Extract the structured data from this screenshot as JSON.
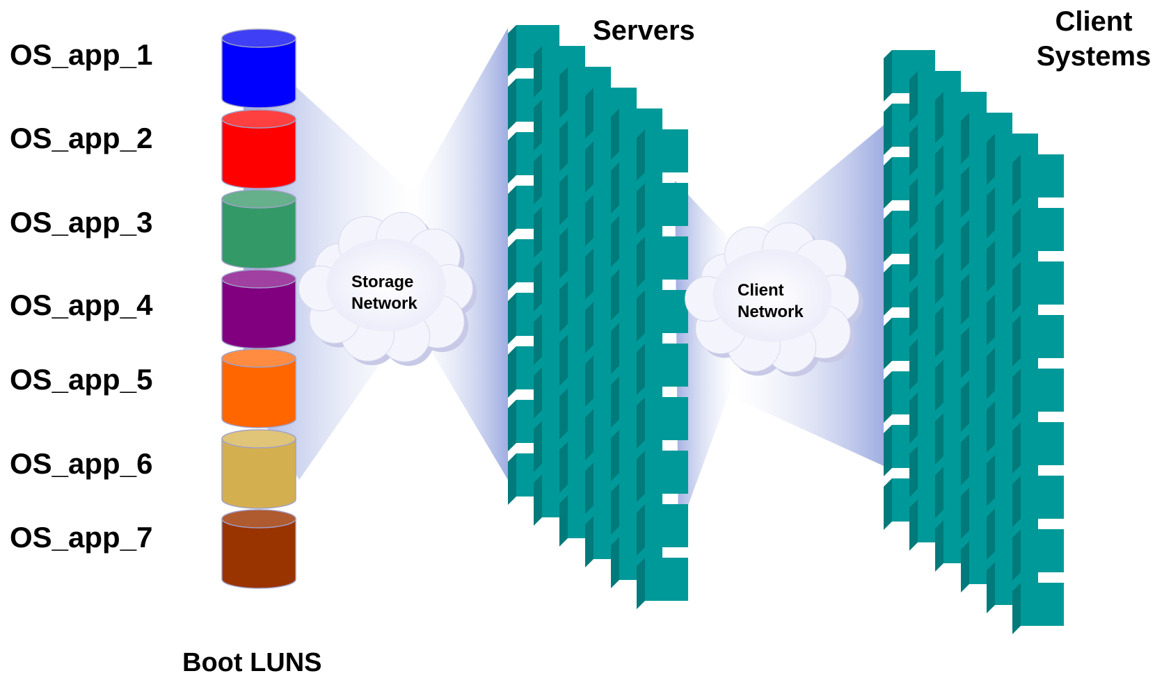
{
  "titles": {
    "servers": "Servers",
    "clients_line1": "Client",
    "clients_line2": "Systems",
    "boot_luns": "Boot LUNS"
  },
  "clouds": {
    "storage_line1": "Storage",
    "storage_line2": "Network",
    "client_line1": "Client",
    "client_line2": "Network"
  },
  "luns": [
    {
      "label": "OS_app_1",
      "color": "#0000FF",
      "top": "#3f3ff5"
    },
    {
      "label": "OS_app_2",
      "color": "#FF0000",
      "top": "#ff4040"
    },
    {
      "label": "OS_app_3",
      "color": "#339966",
      "top": "#66b08c"
    },
    {
      "label": "OS_app_4",
      "color": "#800080",
      "top": "#a040a0"
    },
    {
      "label": "OS_app_5",
      "color": "#FF6600",
      "top": "#ff8c40"
    },
    {
      "label": "OS_app_6",
      "color": "#D4AF4F",
      "top": "#e0c478"
    },
    {
      "label": "OS_app_7",
      "color": "#993300",
      "top": "#b05a30"
    }
  ],
  "colors": {
    "cube_front": "#009999",
    "cube_top": "#33AFAF",
    "cube_side": "#007A7A",
    "beam": "#A7B4E6",
    "cloud_fill": "#F4F4FC",
    "cloud_shadow": "#C7C9E6"
  }
}
